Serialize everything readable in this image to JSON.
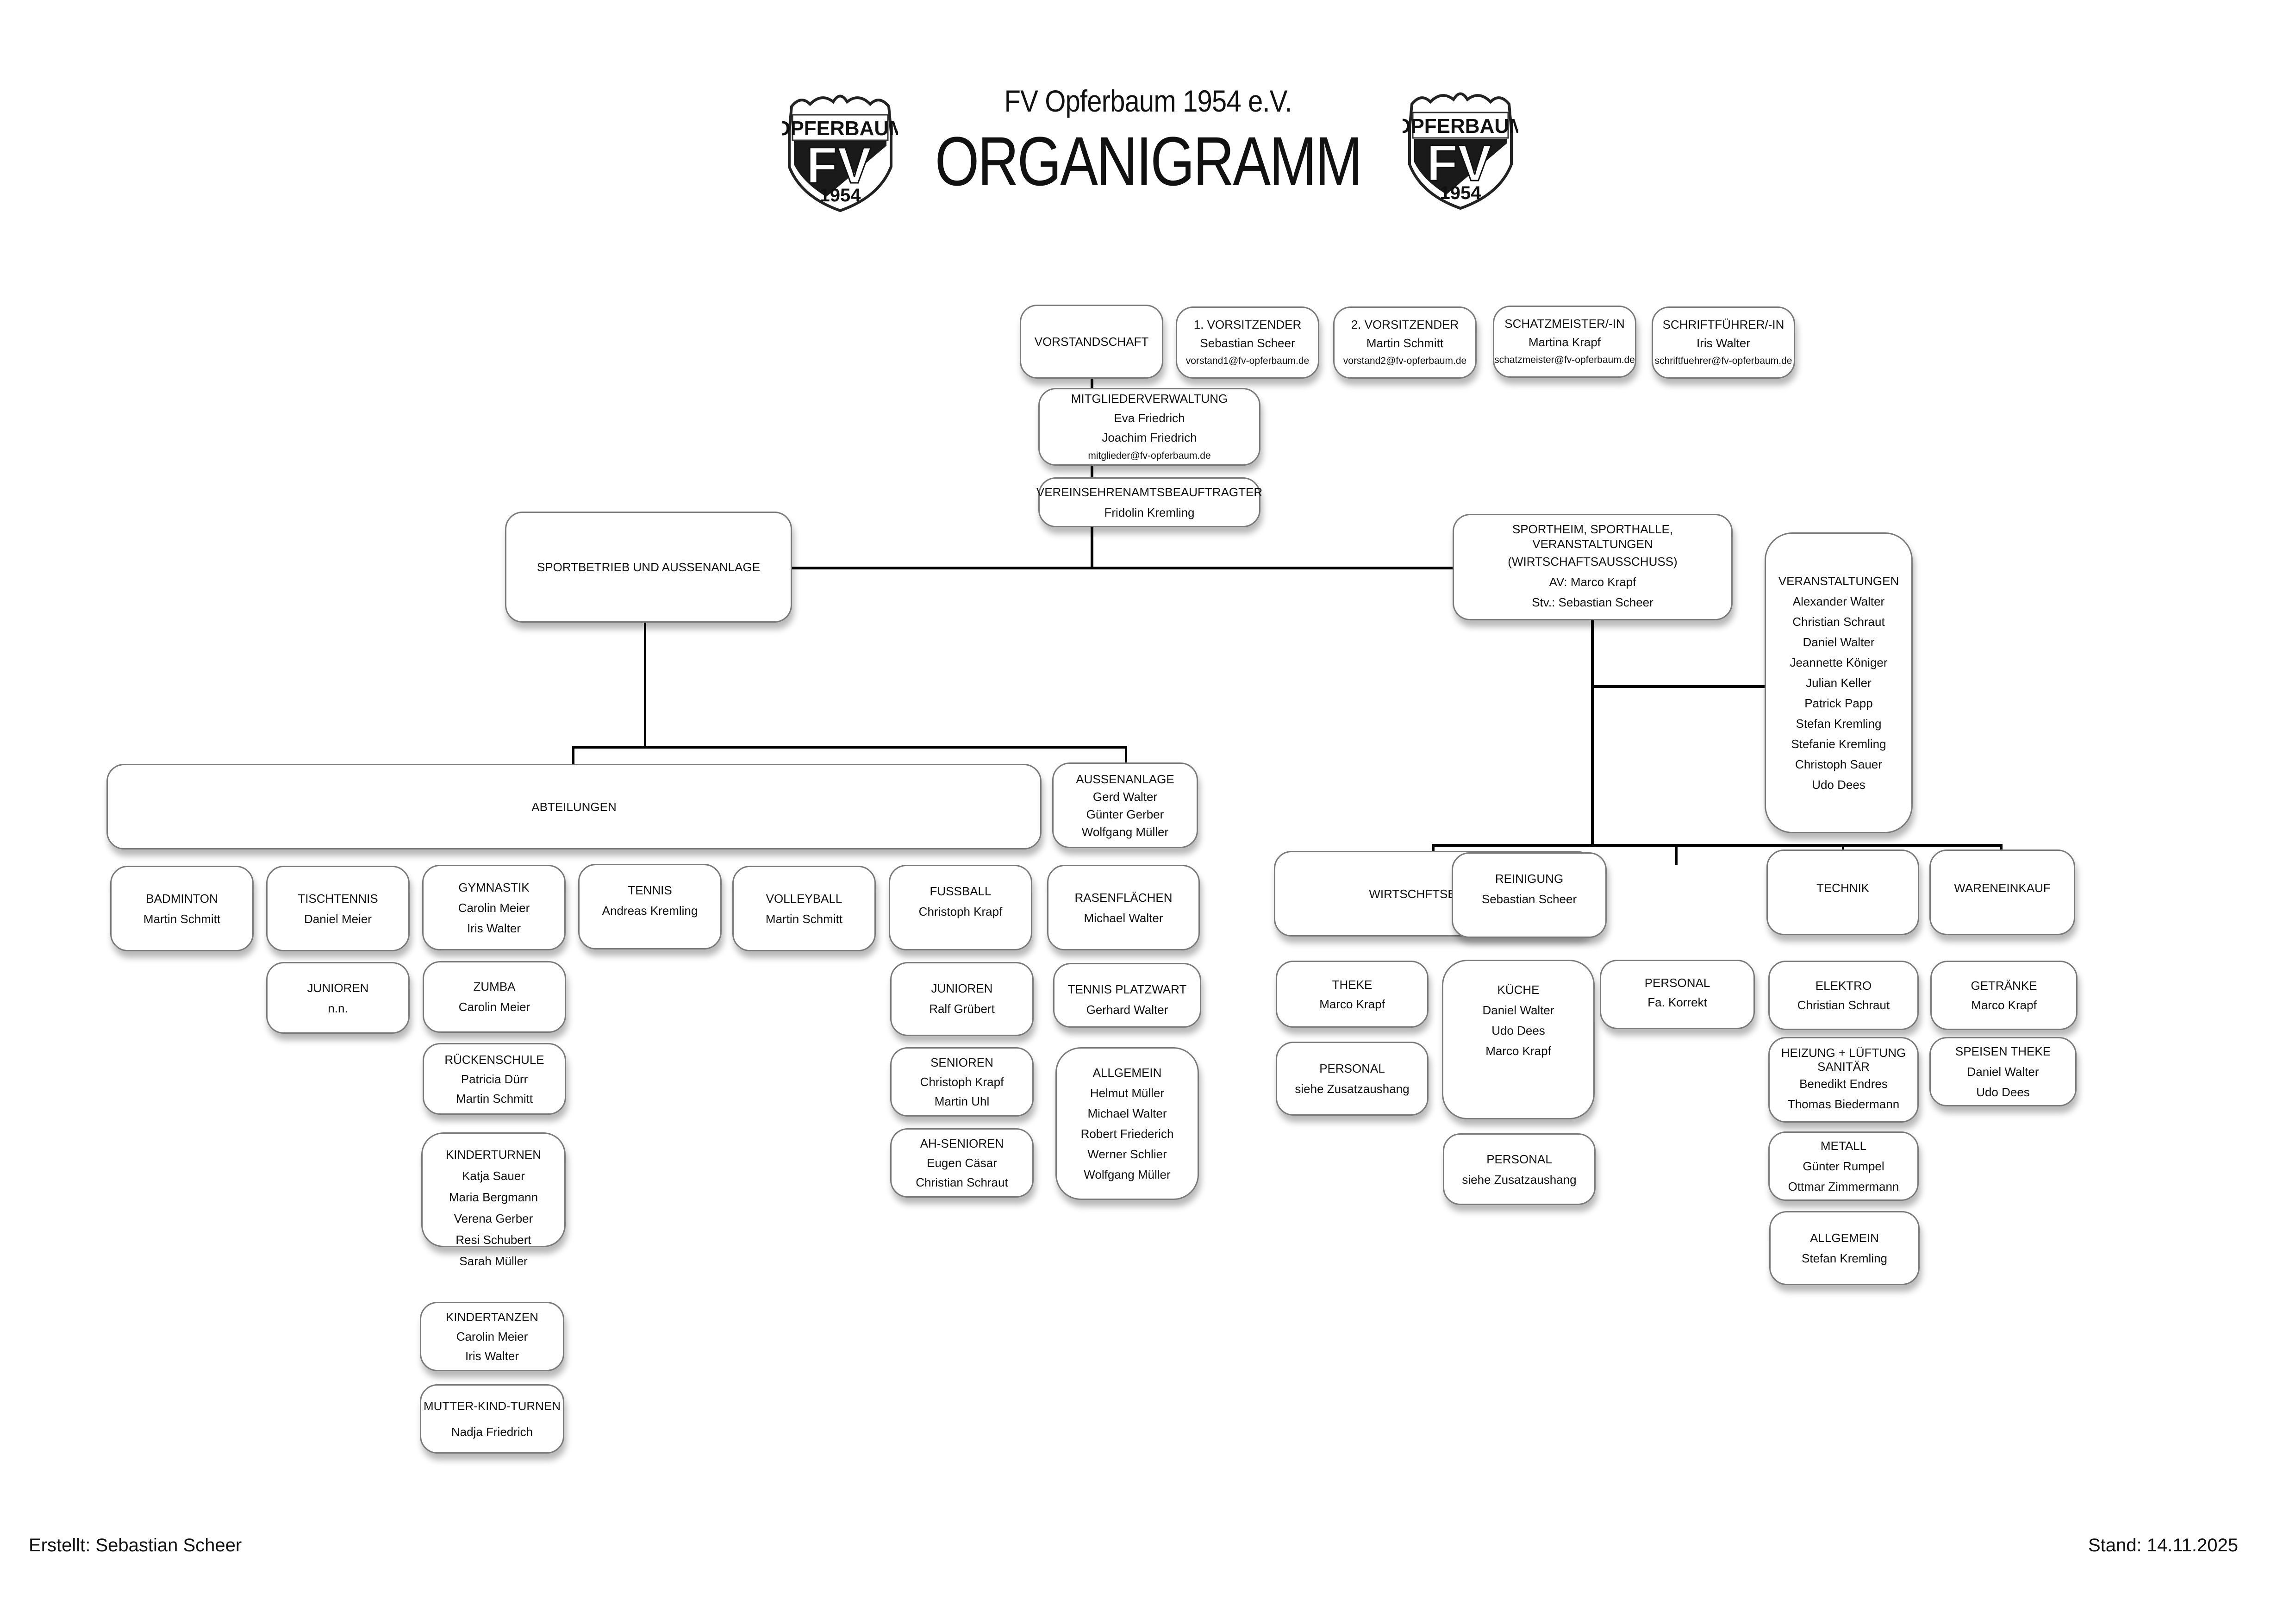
{
  "header": {
    "subtitle": "FV Opferbaum 1954 e.V.",
    "title": "ORGANIGRAMM",
    "logo": {
      "top_text": "OPFERBAUM",
      "center_text": "FV",
      "year": "1954",
      "icon": "club-crest-icon"
    }
  },
  "board": {
    "root": {
      "label": "VORSTANDSCHAFT"
    },
    "members": [
      {
        "role": "1. VORSITZENDER",
        "name": "Sebastian Scheer",
        "email": "vorstand1@fv-opferbaum.de"
      },
      {
        "role": "2. VORSITZENDER",
        "name": "Martin Schmitt",
        "email": "vorstand2@fv-opferbaum.de"
      },
      {
        "role": "SCHATZMEISTER/-IN",
        "name": "Martina Krapf",
        "email": "schatzmeister@fv-opferbaum.de"
      },
      {
        "role": "SCHRIFTFÜHRER/-IN",
        "name": "Iris Walter",
        "email": "schriftfuehrer@fv-opferbaum.de"
      }
    ],
    "mitglieder": {
      "role": "MITGLIEDERVERWALTUNG",
      "names": [
        "Eva Friedrich",
        "Joachim Friedrich"
      ],
      "email": "mitglieder@fv-opferbaum.de"
    },
    "ehrenamt": {
      "role": "VEREINSEHRENAMTSBEAUFTRAGTER",
      "names": [
        "Fridolin Kremling"
      ]
    }
  },
  "left": {
    "root": {
      "label": "SPORTBETRIEB UND AUSSENANLAGE"
    },
    "abteilungen": {
      "label": "ABTEILUNGEN"
    },
    "aussenanlage": {
      "label": "AUSSENANLAGE",
      "names": [
        "Gerd Walter",
        "Günter Gerber",
        "Wolfgang Müller"
      ]
    },
    "departments": {
      "badminton": {
        "label": "BADMINTON",
        "names": [
          "Martin Schmitt"
        ]
      },
      "tischtennis": {
        "label": "TISCHTENNIS",
        "names": [
          "Daniel Meier"
        ]
      },
      "tt_junioren": {
        "label": "JUNIOREN",
        "names": [
          "n.n."
        ]
      },
      "gymnastik": {
        "label": "GYMNASTIK",
        "names": [
          "Carolin Meier",
          "Iris Walter"
        ]
      },
      "zumba": {
        "label": "ZUMBA",
        "names": [
          "Carolin Meier"
        ]
      },
      "rueckenschule": {
        "label": "RÜCKENSCHULE",
        "names": [
          "Patricia Dürr",
          "Martin Schmitt"
        ]
      },
      "kinderturnen": {
        "label": "KINDERTURNEN",
        "names": [
          "Katja Sauer",
          "Maria Bergmann",
          "Verena Gerber",
          "Resi Schubert",
          "Sarah Müller"
        ]
      },
      "kindertanzen": {
        "label": "KINDERTANZEN",
        "names": [
          "Carolin Meier",
          "Iris Walter"
        ]
      },
      "mutterkind": {
        "label": "MUTTER-KIND-TURNEN",
        "names": [
          "Nadja Friedrich"
        ]
      },
      "tennis": {
        "label": "TENNIS",
        "names": [
          "Andreas Kremling"
        ]
      },
      "volleyball": {
        "label": "VOLLEYBALL",
        "names": [
          "Martin Schmitt"
        ]
      },
      "fussball": {
        "label": "FUSSBALL",
        "names": [
          "Christoph Krapf"
        ]
      },
      "fb_junioren": {
        "label": "JUNIOREN",
        "names": [
          "Ralf Grübert"
        ]
      },
      "fb_senioren": {
        "label": "SENIOREN",
        "names": [
          "Christoph Krapf",
          "Martin Uhl"
        ]
      },
      "fb_ah": {
        "label": "AH-SENIOREN",
        "names": [
          "Eugen Cäsar",
          "Christian Schraut"
        ]
      }
    },
    "outdoor": {
      "rasen": {
        "label": "RASENFLÄCHEN",
        "names": [
          "Michael Walter"
        ]
      },
      "platzwart": {
        "label": "TENNIS PLATZWART",
        "names": [
          "Gerhard Walter"
        ]
      },
      "allgemein": {
        "label": "ALLGEMEIN",
        "names": [
          "Helmut Müller",
          "Michael Walter",
          "Robert Friederich",
          "Werner Schlier",
          "Wolfgang Müller"
        ]
      }
    }
  },
  "right": {
    "root": {
      "lines": [
        "SPORTHEIM, SPORTHALLE,",
        "VERANSTALTUNGEN"
      ],
      "sub": "(WIRTSCHAFTSAUSSCHUSS)",
      "av": "AV: Marco Krapf",
      "stv": "Stv.: Sebastian Scheer"
    },
    "veranstaltungen": {
      "label": "VERANSTALTUNGEN",
      "names": [
        "Alexander Walter",
        "Christian Schraut",
        "Daniel Walter",
        "Jeannette Königer",
        "Julian Keller",
        "Patrick Papp",
        "Stefan Kremling",
        "Stefanie Kremling",
        "Christoph Sauer",
        "Udo Dees"
      ]
    },
    "wirtschaftsbetrieb": {
      "label": "WIRTSCHFTSBETRIEB"
    },
    "theke": {
      "label": "THEKE",
      "names": [
        "Marco Krapf"
      ]
    },
    "theke_personal": {
      "label": "PERSONAL",
      "names": [
        "siehe Zusatzaushang"
      ]
    },
    "kueche": {
      "label": "KÜCHE",
      "names": [
        "Daniel Walter",
        "Udo Dees",
        "Marco Krapf"
      ]
    },
    "kueche_personal": {
      "label": "PERSONAL",
      "names": [
        "siehe Zusatzaushang"
      ]
    },
    "reinigung": {
      "label": "REINIGUNG",
      "names": [
        "Sebastian Scheer"
      ]
    },
    "reinigung_personal": {
      "label": "PERSONAL",
      "names": [
        "Fa. Korrekt"
      ]
    },
    "technik": {
      "label": "TECHNIK"
    },
    "elektro": {
      "label": "ELEKTRO",
      "names": [
        "Christian Schraut"
      ]
    },
    "heizung": {
      "label": "HEIZUNG + LÜFTUNG",
      "label2": "SANITÄR",
      "names": [
        "Benedikt Endres",
        "Thomas Biedermann"
      ]
    },
    "metall": {
      "label": "METALL",
      "names": [
        "Günter Rumpel",
        "Ottmar Zimmermann"
      ]
    },
    "technik_allgemein": {
      "label": "ALLGEMEIN",
      "names": [
        "Stefan Kremling"
      ]
    },
    "wareneinkauf": {
      "label": "WARENEINKAUF"
    },
    "getraenke": {
      "label": "GETRÄNKE",
      "names": [
        "Marco Krapf"
      ]
    },
    "speisen": {
      "label": "SPEISEN THEKE",
      "names": [
        "Daniel Walter",
        "Udo Dees"
      ]
    }
  },
  "footer": {
    "created_by": "Erstellt: Sebastian Scheer",
    "date": "Stand: 14.11.2025"
  }
}
